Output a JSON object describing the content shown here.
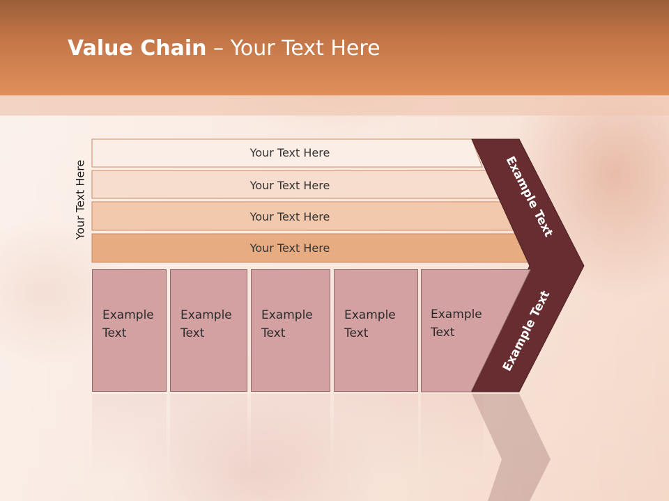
{
  "title": {
    "bold": "Value Chain",
    "rest": " – Your Text Here"
  },
  "vertical_label": "Your Text Here",
  "rows": [
    {
      "label": "Your Text Here",
      "color": "#fbeee7"
    },
    {
      "label": "Your Text Here",
      "color": "#f7ddce"
    },
    {
      "label": "Your Text Here",
      "color": "#f2c9ad"
    },
    {
      "label": "Your Text Here",
      "color": "#e8ac82"
    }
  ],
  "columns": [
    {
      "line1": "Example",
      "line2": "Text"
    },
    {
      "line1": "Example",
      "line2": "Text"
    },
    {
      "line1": "Example",
      "line2": "Text"
    },
    {
      "line1": "Example",
      "line2": "Text"
    },
    {
      "line1": "Example",
      "line2": "Text"
    }
  ],
  "arrow_upper": "Example Text",
  "arrow_lower": "Example Text",
  "colors": {
    "arrow": "#672d30",
    "column": "#d4a1a2",
    "header": "#d8834f"
  }
}
